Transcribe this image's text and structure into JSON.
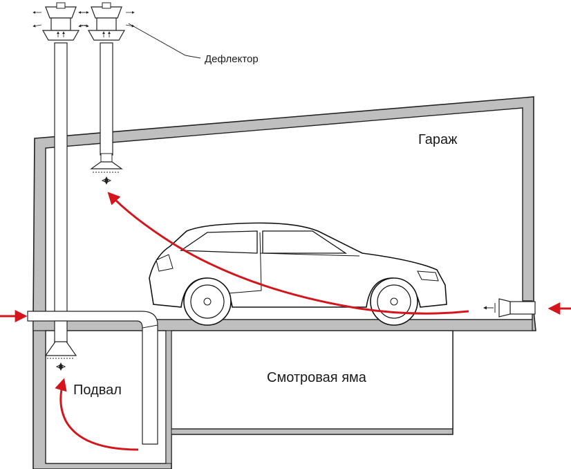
{
  "labels": {
    "deflector": "Дефлектор",
    "garage": "Гараж",
    "pit": "Смотровая яма",
    "basement": "Подвал"
  },
  "colors": {
    "airflow": "#d4161c",
    "wall_fill": "#bfbfbf",
    "wall_stroke": "#222222",
    "pipe_fill": "#ffffff",
    "line": "#1a1a1a"
  },
  "icons": [
    "deflector-icon",
    "fan-icon",
    "car-icon",
    "airflow-arrow-icon"
  ]
}
